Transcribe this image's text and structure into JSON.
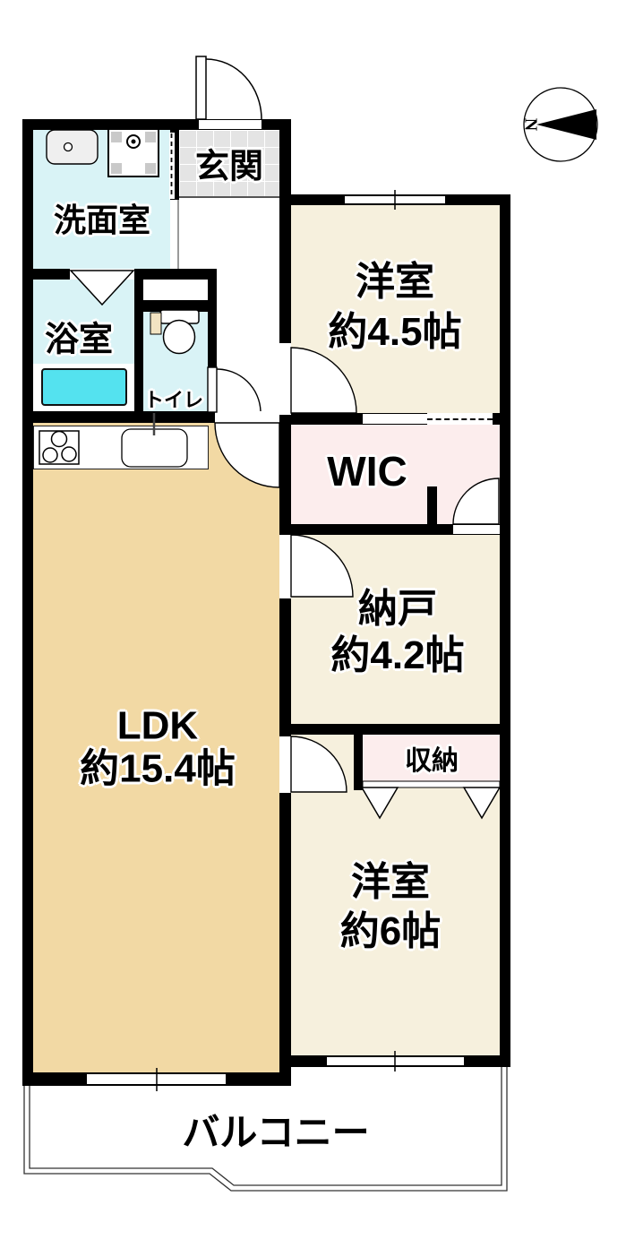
{
  "rooms": {
    "washroom": {
      "label": "洗面室"
    },
    "entrance": {
      "label": "玄関"
    },
    "bathroom": {
      "label": "浴室"
    },
    "toilet": {
      "label": "トイレ"
    },
    "western_room_45": {
      "label": "洋室",
      "size": "約4.5帖"
    },
    "wic": {
      "label": "WIC"
    },
    "storage_room": {
      "label": "納戸",
      "size": "約4.2帖"
    },
    "ldk": {
      "label": "LDK",
      "size": "約15.4帖"
    },
    "closet": {
      "label": "収納"
    },
    "western_room_6": {
      "label": "洋室",
      "size": "約6帖"
    },
    "balcony": {
      "label": "バルコニー"
    }
  },
  "compass": {
    "north_label": "N"
  },
  "colors": {
    "wall": "#000000",
    "room_cream": "#f6f0dd",
    "ldk_tan": "#f2d9a4",
    "wet_area_cyan": "#d9f3f6",
    "bathtub_cyan": "#54e2ef",
    "closet_pink": "#fceded",
    "entrance_gray": "#e4e4e4"
  }
}
